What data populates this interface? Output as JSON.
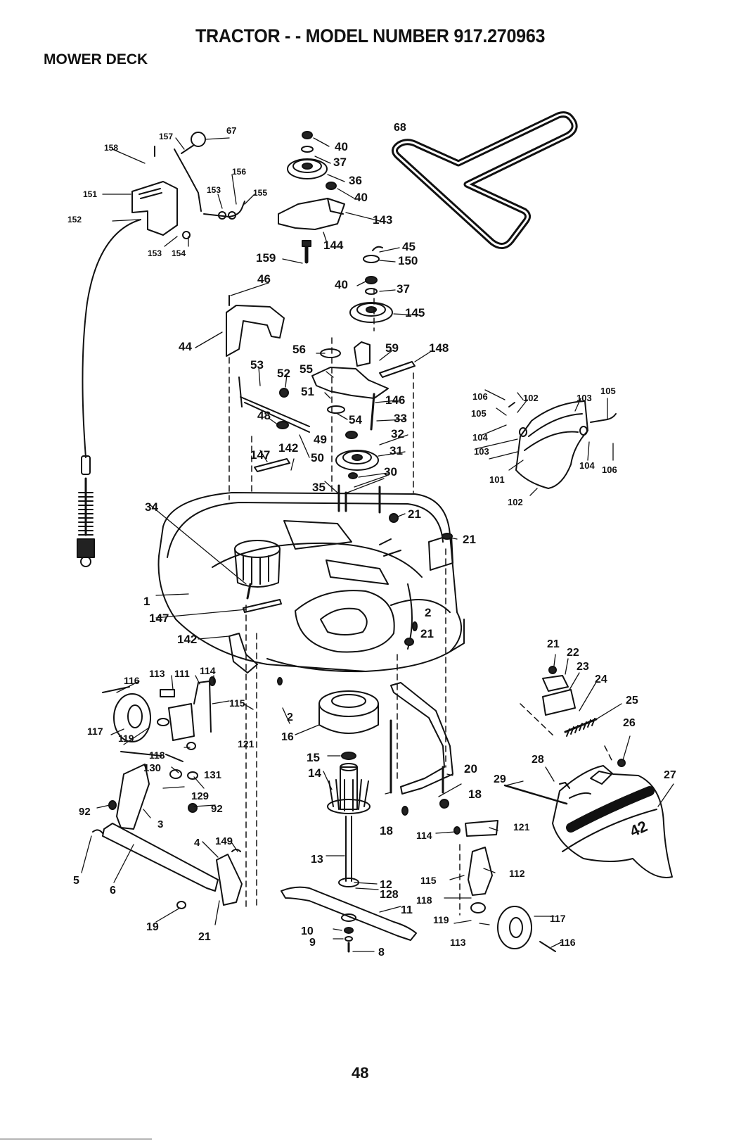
{
  "header": {
    "title": "TRACTOR - - MODEL NUMBER 917.270963",
    "section": "MOWER DECK"
  },
  "page_number": "48",
  "deck_badge": "42",
  "part_labels": [
    "1",
    "2",
    "3",
    "4",
    "5",
    "6",
    "8",
    "9",
    "10",
    "11",
    "12",
    "13",
    "14",
    "15",
    "16",
    "18",
    "19",
    "20",
    "21",
    "22",
    "23",
    "24",
    "25",
    "26",
    "27",
    "28",
    "29",
    "30",
    "31",
    "32",
    "33",
    "34",
    "35",
    "36",
    "37",
    "40",
    "44",
    "45",
    "46",
    "48",
    "49",
    "50",
    "51",
    "52",
    "53",
    "54",
    "55",
    "56",
    "59",
    "67",
    "68",
    "92",
    "101",
    "102",
    "103",
    "104",
    "105",
    "106",
    "111",
    "112",
    "113",
    "114",
    "115",
    "116",
    "117",
    "118",
    "119",
    "121",
    "128",
    "129",
    "130",
    "131",
    "142",
    "143",
    "144",
    "145",
    "146",
    "147",
    "148",
    "149",
    "150",
    "151",
    "152",
    "153",
    "154",
    "155",
    "156",
    "157",
    "158",
    "159"
  ]
}
